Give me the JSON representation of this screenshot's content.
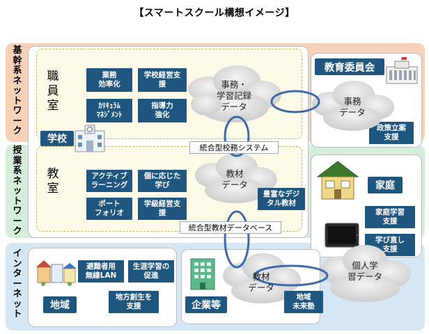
{
  "title": "【スマートスクール構想イメージ】",
  "networks": {
    "kikan": "基幹系ネットワーク",
    "jugyo": "授業系ネットワーク",
    "internet": "インターネット"
  },
  "school": {
    "label": "学校",
    "staff_room": "職員室",
    "classroom": "教室",
    "staff_functions": [
      "業務\n効率化",
      "学校経営支\n援",
      "ｶﾘｷｭﾗﾑ\nﾏﾈｼﾞﾒﾝﾄ",
      "指導力\n強化"
    ],
    "class_functions": [
      "アクティブ\nラーニング",
      "個に応じた\n学び",
      "ポート\nフォリオ",
      "学級経営支\n援"
    ]
  },
  "clouds": {
    "admin_records": "事務・\n学習記録\nデータ",
    "teaching_material": "教材\nデータ",
    "board_admin": "事務\nデータ",
    "internet_material": "教材\nデータ",
    "personal_learning": "個人学\n習データ"
  },
  "systems": {
    "school_affairs": "統合型校務システム",
    "material_db": "統合型教材データベース"
  },
  "board": {
    "label": "教育委員会",
    "function": "政策立案\n支援"
  },
  "material_rich": "豊富なデジ\nタル教材",
  "home": {
    "label": "家庭",
    "functions": [
      "家庭学習\n支援",
      "学び直し\n支援"
    ]
  },
  "region": {
    "label": "地域",
    "functions": [
      "避難者用\n無線LAN",
      "生涯学習の\n促進",
      "地方創生を\n支援"
    ]
  },
  "company": {
    "label": "企業等"
  },
  "local_juku": "地域\n未来塾",
  "colors": {
    "box_blue": "#1f5680",
    "band_orange": "#f8d2b8",
    "band_green": "#d5eeda",
    "band_blue": "#d5e6f5",
    "link_blue": "#3c6aa8"
  }
}
